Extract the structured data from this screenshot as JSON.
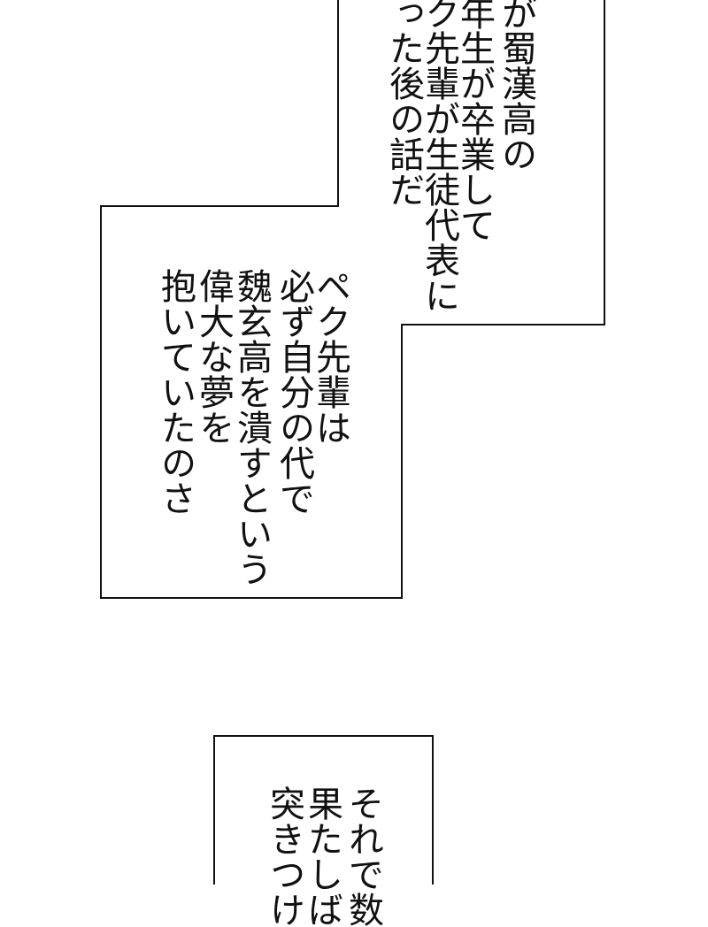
{
  "panel_top": {
    "lines": [
      "が蜀漢高の",
      "年生が卒業して",
      "ク先輩が生徒代表に",
      "った後の話だ"
    ]
  },
  "panel_middle": {
    "lines": [
      "ペク先輩は",
      "必ず自分の代で",
      "魏玄高を潰すという",
      "偉大な夢を",
      "抱いていたのさ"
    ]
  },
  "panel_bottom": {
    "lines": [
      "それで数",
      "果たしば",
      "突きつけ"
    ]
  },
  "colors": {
    "background": "#ffffff",
    "border": "#111111",
    "text": "#111111"
  }
}
